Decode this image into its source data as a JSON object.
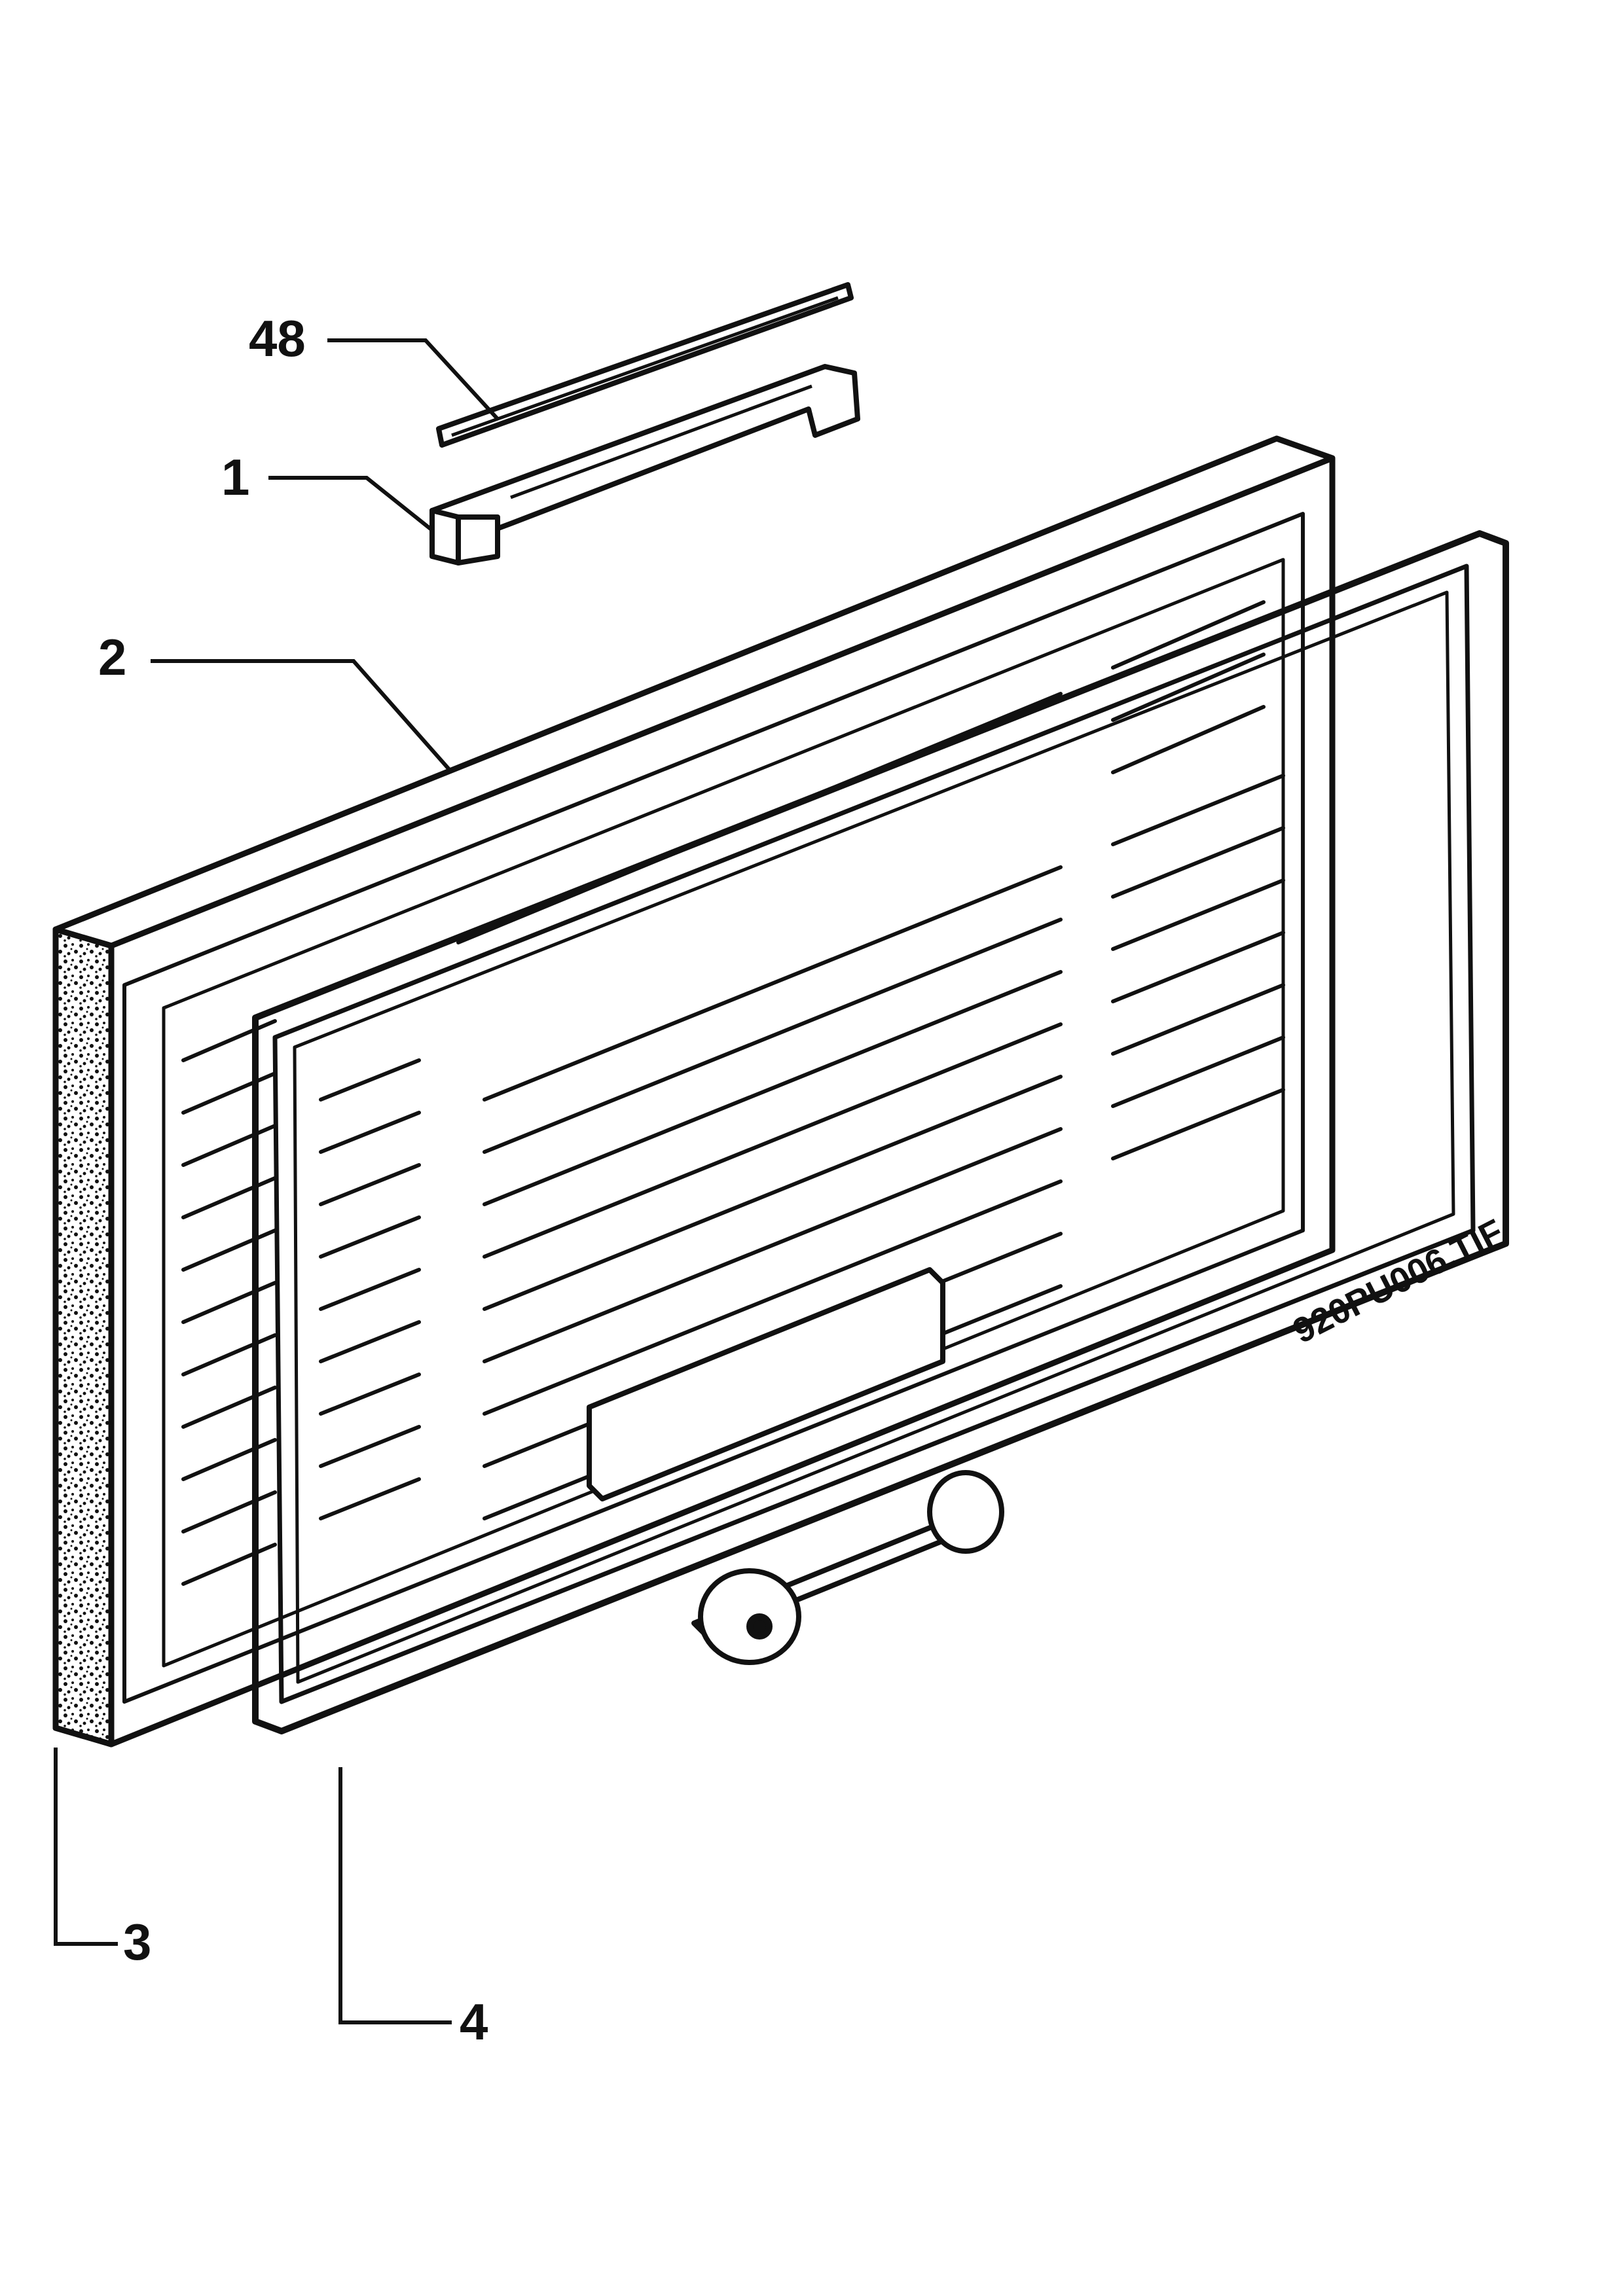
{
  "diagram": {
    "parts": [
      {
        "number": "48",
        "description": "trim strip"
      },
      {
        "number": "1",
        "description": "door handle"
      },
      {
        "number": "2",
        "description": "door panel"
      },
      {
        "number": "3",
        "description": "insulated side edge"
      },
      {
        "number": "4",
        "description": "door gasket"
      }
    ],
    "file_reference": "920PU006.TIF"
  },
  "colors": {
    "ink": "#111111",
    "background": "#ffffff",
    "fill_light": "#ffffff"
  }
}
